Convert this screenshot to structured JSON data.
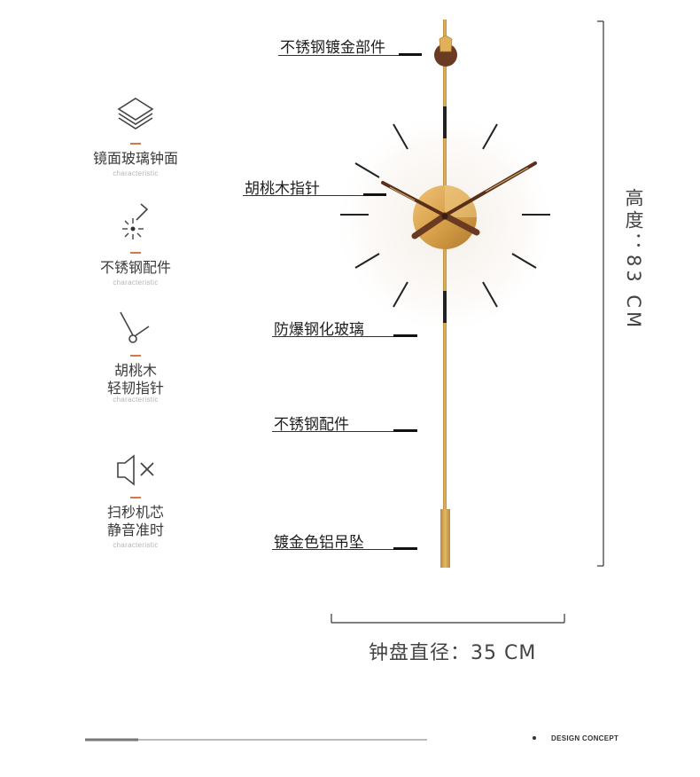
{
  "features": [
    {
      "icon": "layers-icon",
      "label_lines": [
        "镜面玻璃钟面"
      ],
      "sub": "characteristic"
    },
    {
      "icon": "spark-icon",
      "label_lines": [
        "不锈钢配件"
      ],
      "sub": "characteristic"
    },
    {
      "icon": "clock-hands-icon",
      "label_lines": [
        "胡桃木",
        "轻韧指针"
      ],
      "sub": "characteristic"
    },
    {
      "icon": "mute-speaker-icon",
      "label_lines": [
        "扫秒机芯",
        "静音准时"
      ],
      "sub": "characteristic"
    }
  ],
  "callouts": [
    {
      "label": "不锈钢镀金部件"
    },
    {
      "label": "胡桃木指针"
    },
    {
      "label": "防爆钢化玻璃"
    },
    {
      "label": "不锈钢配件"
    },
    {
      "label": "镀金色铝吊坠"
    }
  ],
  "dimensions": {
    "diameter": "钟盘直径：35 CM",
    "height": "高度：83 CM"
  },
  "footer": {
    "text": "DESIGN CONCEPT"
  },
  "colors": {
    "accent": "#d4774a",
    "gold": "#d9a24a",
    "walnut": "#6b3a22"
  }
}
